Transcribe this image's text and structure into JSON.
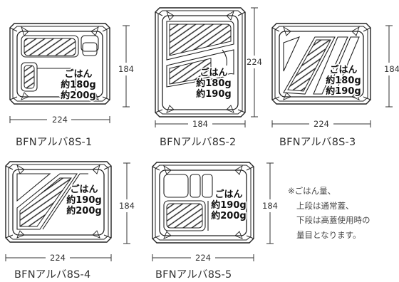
{
  "containers": [
    {
      "model": "BFNアルバ8S-1",
      "width_label": "224",
      "height_label": "184",
      "rice_title": "ごはん",
      "rice_normal": "約180g",
      "rice_tall": "約200g"
    },
    {
      "model": "BFNアルバ8S-2",
      "width_label": "184",
      "height_label": "224",
      "rice_title": "ごはん",
      "rice_normal": "約180g",
      "rice_tall": "約190g"
    },
    {
      "model": "BFNアルバ8S-3",
      "width_label": "224",
      "height_label": "184",
      "rice_title": "ごはん",
      "rice_normal": "約180g",
      "rice_tall": "約190g"
    },
    {
      "model": "BFNアルバ8S-4",
      "width_label": "224",
      "height_label": "184",
      "rice_title": "ごはん",
      "rice_normal": "約190g",
      "rice_tall": "約200g"
    },
    {
      "model": "BFNアルバ8S-5",
      "width_label": "224",
      "height_label": "184",
      "rice_title": "ごはん",
      "rice_normal": "約190g",
      "rice_tall": "約200g"
    }
  ],
  "note": {
    "line1": "※ごはん量、",
    "line2": "上段は通常蓋、",
    "line3": "下段は高蓋使用時の",
    "line4": "量目となります。"
  }
}
